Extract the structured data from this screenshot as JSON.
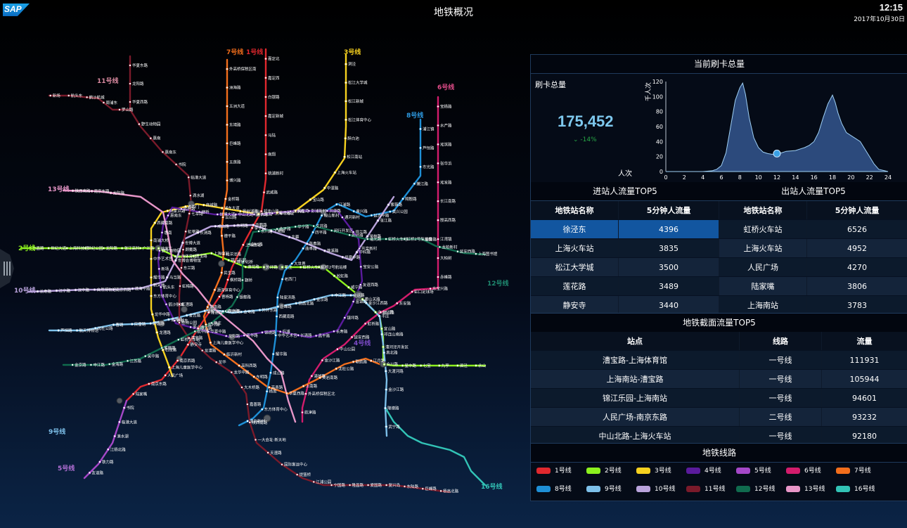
{
  "header": {
    "logo": "SAP",
    "title": "地铁概况",
    "time": "12:15",
    "date": "2017年10月30日"
  },
  "card_total": {
    "section_title": "当前刷卡总量",
    "label": "刷卡总量",
    "value": "175,452",
    "change": "-14%",
    "chart_unit": "千人次",
    "chart_xaxis_label": "人次"
  },
  "chart_data": {
    "type": "area",
    "xlabel": "人次",
    "ylabel": "千人次",
    "xlim": [
      0,
      24
    ],
    "ylim": [
      0,
      120
    ],
    "xticks": [
      0,
      2,
      4,
      6,
      8,
      10,
      12,
      14,
      16,
      18,
      20,
      22,
      24
    ],
    "yticks": [
      0,
      20,
      40,
      60,
      80,
      100,
      120
    ],
    "x": [
      0,
      1,
      2,
      3,
      4,
      5,
      5.5,
      6,
      6.5,
      7,
      7.5,
      8,
      8.3,
      8.6,
      9,
      9.5,
      10,
      10.5,
      11,
      11.5,
      12,
      12.5,
      13,
      14,
      15,
      15.5,
      16,
      16.5,
      17,
      17.5,
      18,
      18.3,
      18.6,
      19,
      19.5,
      20,
      20.5,
      21,
      21.5,
      22,
      22.5,
      23,
      24
    ],
    "y": [
      0,
      0,
      0,
      0,
      0,
      1,
      3,
      8,
      25,
      60,
      95,
      112,
      118,
      103,
      72,
      45,
      32,
      26,
      24,
      23,
      24,
      25,
      27,
      28,
      32,
      35,
      40,
      52,
      72,
      90,
      102,
      92,
      78,
      64,
      52,
      48,
      44,
      40,
      30,
      20,
      10,
      3,
      0
    ],
    "marker": {
      "x": 12,
      "y": 24
    }
  },
  "inbound": {
    "title": "进站人流量TOP5",
    "headers": [
      "地铁站名称",
      "5分钟人流量"
    ],
    "rows": [
      [
        "徐泾东",
        "4396"
      ],
      [
        "上海火车站",
        "3835"
      ],
      [
        "松江大学城",
        "3500"
      ],
      [
        "莲花路",
        "3489"
      ],
      [
        "静安寺",
        "3440"
      ]
    ]
  },
  "outbound": {
    "title": "出站人流量TOP5",
    "headers": [
      "地铁站名称",
      "5分钟人流量"
    ],
    "rows": [
      [
        "虹桥火车站",
        "6526"
      ],
      [
        "上海火车站",
        "4952"
      ],
      [
        "人民广场",
        "4270"
      ],
      [
        "陆家嘴",
        "3806"
      ],
      [
        "上海南站",
        "3783"
      ]
    ]
  },
  "section_flow": {
    "title": "地铁截面流量TOP5",
    "headers": [
      "站点",
      "线路",
      "流量"
    ],
    "rows": [
      [
        "漕宝路-上海体育馆",
        "一号线",
        "111931"
      ],
      [
        "上海南站-漕宝路",
        "一号线",
        "105944"
      ],
      [
        "锦江乐园-上海南站",
        "一号线",
        "94601"
      ],
      [
        "人民广场-南京东路",
        "二号线",
        "93232"
      ],
      [
        "中山北路-上海火车站",
        "一号线",
        "92180"
      ]
    ]
  },
  "legend": {
    "title": "地铁线路",
    "items": [
      {
        "name": "1号线",
        "color": "#e0282e"
      },
      {
        "name": "2号线",
        "color": "#8cf01e"
      },
      {
        "name": "3号线",
        "color": "#f6d11f"
      },
      {
        "name": "4号线",
        "color": "#5a1b9c"
      },
      {
        "name": "5号线",
        "color": "#a548c8"
      },
      {
        "name": "6号线",
        "color": "#d31c6c"
      },
      {
        "name": "7号线",
        "color": "#f26e1c"
      },
      {
        "name": "8号线",
        "color": "#1e8fd6"
      },
      {
        "name": "9号线",
        "color": "#7dc0ea"
      },
      {
        "name": "10号线",
        "color": "#b9a3dc"
      },
      {
        "name": "11号线",
        "color": "#7a1a2a"
      },
      {
        "name": "12号线",
        "color": "#106b4e"
      },
      {
        "name": "13号线",
        "color": "#e796c8"
      },
      {
        "name": "16号线",
        "color": "#32c3b6"
      }
    ]
  },
  "map": {
    "line_labels": [
      {
        "text": "7号线",
        "color": "#f26e1c"
      },
      {
        "text": "1号线",
        "color": "#e0282e"
      },
      {
        "text": "3号线",
        "color": "#f6d11f"
      },
      {
        "text": "11号线",
        "color": "#d98aa0"
      },
      {
        "text": "6号线",
        "color": "#e24d8a"
      },
      {
        "text": "8号线",
        "color": "#2e9be3"
      },
      {
        "text": "13号线",
        "color": "#e796c8"
      },
      {
        "text": "2号线",
        "color": "#8cf01e"
      },
      {
        "text": "10号线",
        "color": "#b9a3dc"
      },
      {
        "text": "12号线",
        "color": "#1f8a70"
      },
      {
        "text": "4号线",
        "color": "#7d4cc8"
      },
      {
        "text": "9号线",
        "color": "#7dc0ea"
      },
      {
        "text": "5号线",
        "color": "#b571d8"
      },
      {
        "text": "16号线",
        "color": "#32c3b6"
      }
    ],
    "stations": [
      "嘉定北",
      "嘉定西",
      "白银路",
      "嘉定新城",
      "马陆",
      "南翔",
      "桃浦新村",
      "武威路",
      "祁连山路",
      "李子园",
      "上海西站",
      "真如",
      "枫桥路",
      "曹杨路",
      "隆德路",
      "江苏路",
      "静安寺",
      "南京西路",
      "人民广场",
      "南京东路",
      "陆家嘴",
      "东昌路",
      "世纪大道",
      "上海科技馆",
      "世纪公园",
      "龙阳路",
      "张江高科",
      "广兰路",
      "徐家汇",
      "上海体育馆",
      "漕宝路",
      "上海南站",
      "锦江乐园",
      "莲花路",
      "外环路",
      "莘庄",
      "虹桥火车站",
      "虹桥2号航站楼",
      "淞虹路",
      "威宁路",
      "娄山关路",
      "中山公园",
      "宜山路",
      "漕河泾开发区",
      "合川路",
      "星中路",
      "七宝",
      "九亭",
      "泗泾",
      "佘山",
      "洞泾",
      "松江大学城",
      "松江新城",
      "松江体育中心",
      "醉白池",
      "松江南站",
      "上海火车站",
      "中潭路",
      "宝山路",
      "海伦路",
      "临平路",
      "大连路",
      "杨树浦路",
      "浦东大道",
      "商城路",
      "老西门",
      "陆家浜路",
      "西藏南路",
      "南浦大桥",
      "中华艺术宫",
      "耀华路",
      "东方体育中心",
      "龙华中路",
      "龙漕路",
      "石龙路",
      "上海儿童医学中心",
      "蓝村路",
      "塘桥",
      "世博大道",
      "中山北路",
      "延长路",
      "上海马戏城",
      "汶水路",
      "彭浦新村",
      "共康路",
      "通河新村",
      "呼兰路",
      "共富新村",
      "宝安公路",
      "友谊西路",
      "富锦路",
      "镇坪路",
      "长寿路",
      "昌平路",
      "长清路",
      "后滩",
      "锦绣路",
      "芳华路",
      "龙阳路",
      "华夏中路",
      "罗山路",
      "周浦东",
      "鹤沙航城",
      "航头东",
      "新场",
      "野生动物园",
      "惠南",
      "惠南东",
      "书院",
      "临港大道",
      "滴水湖",
      "江杨北路",
      "铁力路",
      "友谊路",
      "宝杨路",
      "水产路",
      "淞滨路",
      "张华浜",
      "淞发路",
      "长江南路",
      "殷高西路",
      "江湾镇",
      "大柏树",
      "赤峰路",
      "东宝兴路",
      "虹口足球场",
      "东安路",
      "宜山路",
      "虹桥路",
      "延安西路",
      "中山公园",
      "金沙江路",
      "港城路",
      "外高桥保税区北",
      "航津路",
      "外高桥保税区南",
      "洲海路",
      "五洲大道",
      "东靖路",
      "巨峰路",
      "五莲路",
      "博兴路",
      "金桥路",
      "云山路",
      "德平路",
      "北洋泾路",
      "民生路",
      "源深体育中心",
      "浦电路",
      "蓝村路",
      "上海儿童医学中心",
      "临沂新村",
      "高科西路",
      "东明路",
      "高青路",
      "华夏西路",
      "上南路",
      "灵岩南路",
      "沈杜公路",
      "联航路",
      "江月路",
      "浦江镇",
      "芦恒路",
      "市光路",
      "嫩江路",
      "翔殷路",
      "黄兴公园",
      "延吉中路",
      "黄兴路",
      "江浦路",
      "鞍山新村",
      "四平路",
      "曲阜路",
      "大世界",
      "老西门",
      "陆家浜路",
      "西藏南路",
      "中华艺术宫",
      "耀华路",
      "成山路",
      "杨思",
      "东方体育中心",
      "凌兆新村",
      "芦恒路",
      "航天博物馆",
      "沈杜公路",
      "曹路",
      "民雷路",
      "顾唐路",
      "金海路",
      "金吉路",
      "金桥",
      "台儿庄路",
      "金粤路",
      "外环东路",
      "巨峰路",
      "杨高北路",
      "金京路",
      "申江路",
      "金运路",
      "金沙江西路",
      "丰庄",
      "祁连山南路",
      "真北路",
      "大渡河路",
      "金沙江路",
      "隆德路",
      "武宁路",
      "长寿路",
      "江宁路",
      "汉中路",
      "自然博物馆",
      "南京西路",
      "淮海中路",
      "新天地",
      "马当路",
      "世博会博物馆",
      "世博大道",
      "长清路",
      "成山路",
      "东明路",
      "华鹏路",
      "下南路",
      "北蔡",
      "陈春路",
      "莲溪路",
      "华夏中路",
      "中科路",
      "学林路",
      "张江路",
      "紫薇路",
      "华夏东路",
      "龙阳路",
      "华夏西路",
      "罗山路",
      "周浦东",
      "鹤沙航城",
      "航头东",
      "新场",
      "野生动物园",
      "惠南",
      "惠南东",
      "书院",
      "临港大道",
      "滴水湖",
      "七莘路",
      "虹莘路",
      "顾戴路",
      "东兰路",
      "虹梅路",
      "虹漕路",
      "桂林公园",
      "漕宝路",
      "龙漕路",
      "龙华",
      "龙华中路",
      "大木桥路",
      "嘉善路",
      "陕西南路",
      "一大会址·新天地",
      "天潼路",
      "国际客运中心",
      "提篮桥",
      "江浦公园",
      "宁国路",
      "隆昌路",
      "爱国路",
      "复兴岛",
      "东陆路",
      "巨峰路",
      "杨高北路",
      "金京路",
      "申江路",
      "金海路",
      "江苏路",
      "吴中路",
      "紫藤路",
      "虹桥火车站",
      "航中路",
      "莘庄",
      "春申路",
      "银都路",
      "颛桥",
      "北桥",
      "剑川路",
      "东川路",
      "金平路",
      "华宁路",
      "文井路",
      "闵行开发区",
      "外环路",
      "诸光路",
      "虹桥火车站",
      "虹桥2号航站楼",
      "紫藤路",
      "龙柏新村",
      "延安西路",
      "上海图书馆",
      "陕西南路",
      "南京东路",
      "龙阳路"
    ]
  }
}
